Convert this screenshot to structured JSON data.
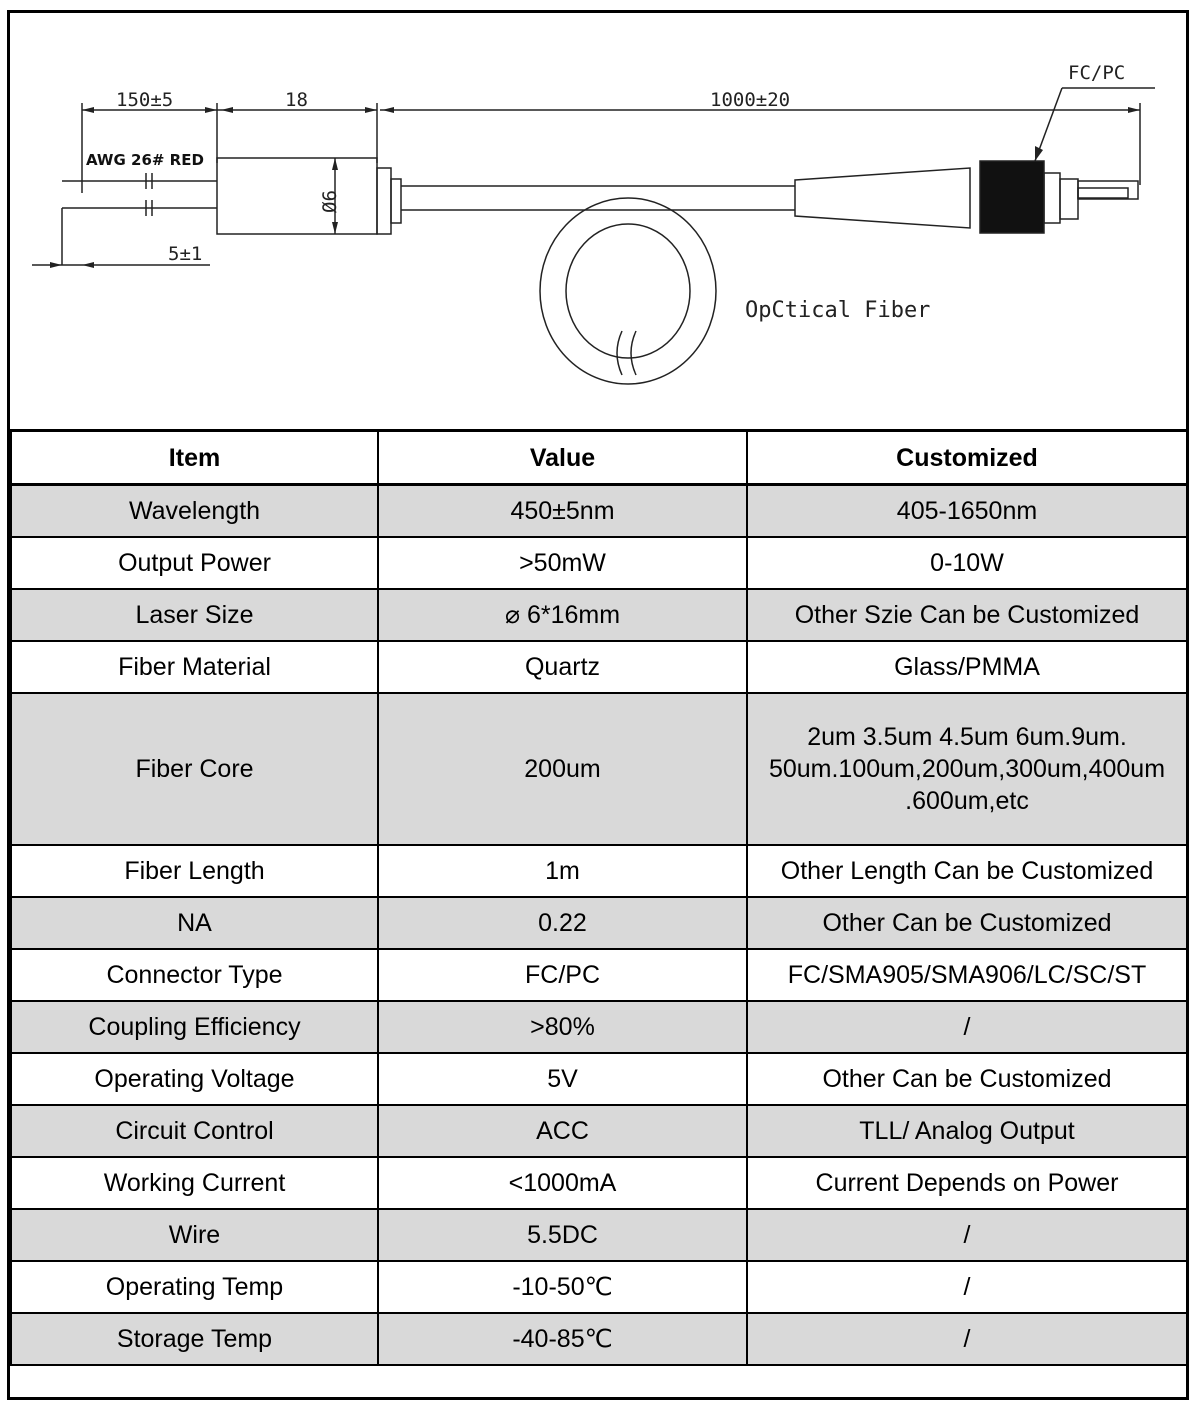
{
  "drawing": {
    "dim_lead_length": "150±5",
    "dim_body_length": "18",
    "dim_fiber_length": "1000±20",
    "dim_strip_length": "5±1",
    "dim_diameter": "Ø6",
    "wire_label": "AWG 26# RED",
    "connector_label": "FC/PC",
    "fiber_label": "OpCtical Fiber"
  },
  "table": {
    "headers": [
      "Item",
      "Value",
      "Customized"
    ],
    "rows": [
      {
        "item": "Wavelength",
        "value": "450±5nm",
        "custom": "405-1650nm",
        "shaded": true
      },
      {
        "item": "Output Power",
        "value": ">50mW",
        "custom": "0-10W",
        "shaded": false
      },
      {
        "item": "Laser Size",
        "value": "⌀ 6*16mm",
        "custom": "Other Szie Can be Customized",
        "shaded": true
      },
      {
        "item": "Fiber Material",
        "value": "Quartz",
        "custom": "Glass/PMMA",
        "shaded": false
      },
      {
        "item": "Fiber Core",
        "value": "200um",
        "custom_lines": [
          "2um 3.5um 4.5um 6um.9um.",
          "50um.100um,200um,300um,400um",
          ".600um,etc"
        ],
        "shaded": true
      },
      {
        "item": "Fiber Length",
        "value": "1m",
        "custom": "Other Length Can be Customized",
        "shaded": false
      },
      {
        "item": "NA",
        "value": "0.22",
        "custom": "Other Can be Customized",
        "shaded": true
      },
      {
        "item": "Connector Type",
        "value": "FC/PC",
        "custom": "FC/SMA905/SMA906/LC/SC/ST",
        "shaded": false
      },
      {
        "item": "Coupling Efficiency",
        "value": ">80%",
        "custom": "/",
        "shaded": true
      },
      {
        "item": "Operating Voltage",
        "value": "5V",
        "custom": "Other Can be Customized",
        "shaded": false
      },
      {
        "item": "Circuit Control",
        "value": "ACC",
        "custom": "TLL/ Analog Output",
        "shaded": true
      },
      {
        "item": "Working Current",
        "value": "<1000mA",
        "custom": "Current Depends on Power",
        "shaded": false
      },
      {
        "item": "Wire",
        "value": "5.5DC",
        "custom": "/",
        "shaded": true
      },
      {
        "item": "Operating Temp",
        "value": "-10-50℃",
        "custom": "/",
        "shaded": false
      },
      {
        "item": "Storage Temp",
        "value": "-40-85℃",
        "custom": "/",
        "shaded": true
      }
    ]
  }
}
